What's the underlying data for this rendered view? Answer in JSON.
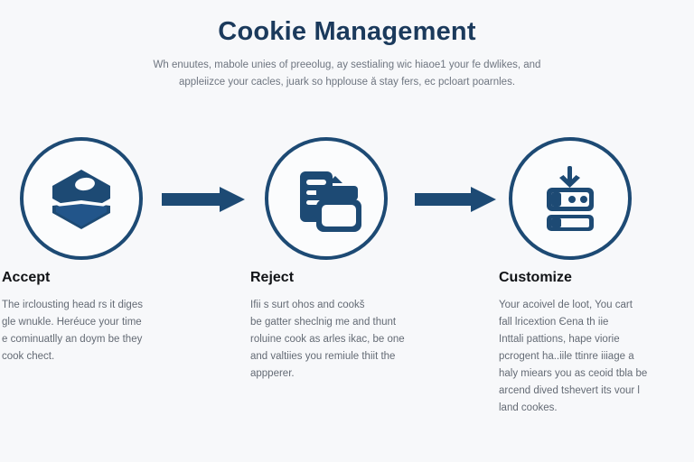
{
  "theme": {
    "background": "#f7f8fa",
    "accent": "#1d4a74",
    "title_color": "#1b3a5c",
    "label_color": "#111316",
    "body_color": "#545b66"
  },
  "header": {
    "title": "Cookie Management",
    "subtitle_lines": [
      "Wh enuutes, mabole unies of preeolug, ay sestialing wic hiaoe1 your fe dwlikes, and",
      "appleiizce your cacles, juark so hpplouse å stay fers, ec pcloart poarnles."
    ]
  },
  "flow": {
    "steps": [
      {
        "id": "accept",
        "icon": "stacked-layers-icon",
        "label": "Accept",
        "body_lines": [
          "The irclousting head rs it diges",
          "gle wnukle. Heréuce your time",
          "e cominuatlly an doym be they",
          "cook chect."
        ]
      },
      {
        "id": "reject",
        "icon": "documents-stack-icon",
        "label": "Reject",
        "body_lines": [
          "Ifii s surt ohos and cookš",
          "be gatter sheclnig me and thunt",
          "roluine cook as arles ikac, be one",
          "and valtiies you remiule thiit the",
          "appperer."
        ]
      },
      {
        "id": "customize",
        "icon": "sliders-download-icon",
        "label": "Customize",
        "body_lines": [
          "Your acoivel de loot,  You cart",
          "fall lricextion Єena th iie",
          "Inttali pattions, hape viorie",
          "pcrogent ha..iile ttinre iiiage a",
          "haly miears you as ceoid tbla be",
          "arcend dived tshevert its vour l",
          "land cookes."
        ]
      }
    ],
    "connectors": [
      {
        "id": "arrow-1",
        "icon": "arrow-right-icon"
      },
      {
        "id": "arrow-2",
        "icon": "arrow-right-icon"
      }
    ]
  }
}
